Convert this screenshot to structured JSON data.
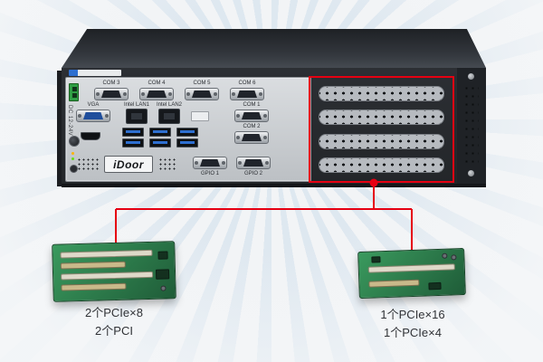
{
  "scene": {
    "accent_red": "#e60012",
    "pcb_green": "#2f8a52"
  },
  "chassis": {
    "logo": "iDoor",
    "ports": {
      "com3": "COM 3",
      "com4": "COM 4",
      "com5": "COM 5",
      "com6": "COM 6",
      "vga": "VGA",
      "lan1": "Intel LAN1",
      "lan2": "Intel LAN2",
      "com1": "COM 1",
      "com2": "COM 2",
      "gpio1": "GPIO 1",
      "gpio2": "GPIO 2",
      "dc_input": "DC 12-24V"
    }
  },
  "annotations": {
    "left_board": {
      "line1": "2个PCIe×8",
      "line2": "2个PCI"
    },
    "right_board": {
      "line1": "1个PCIe×16",
      "line2": "1个PCIe×4"
    }
  }
}
